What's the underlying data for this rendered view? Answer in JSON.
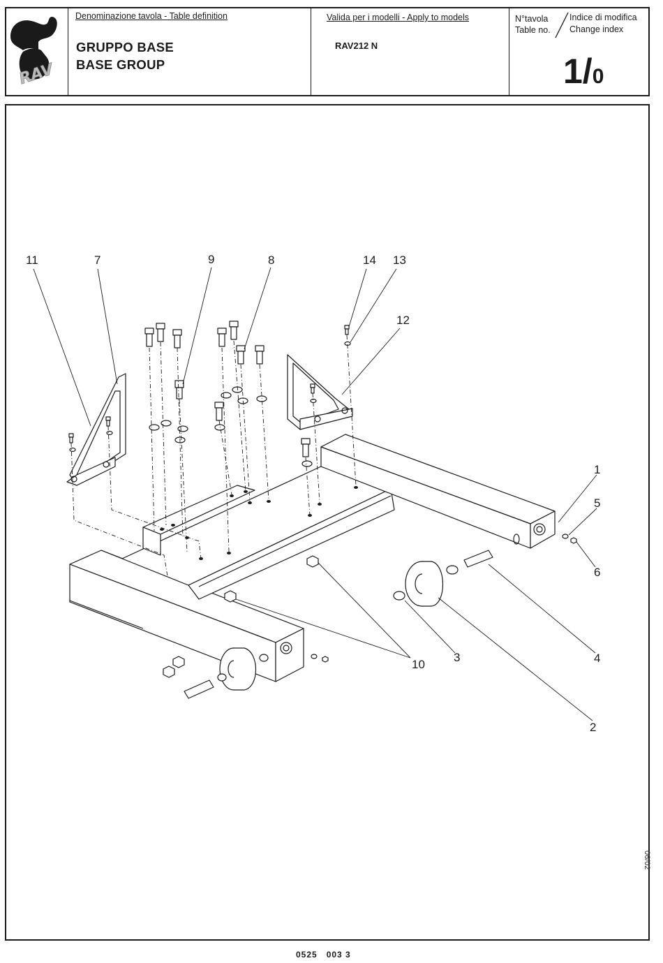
{
  "header": {
    "logo_text": "RAV",
    "table_definition_label": "Denominazione tavola - Table definition",
    "title_it": "GRUPPO BASE",
    "title_en": "BASE GROUP",
    "models_label": "Valida per i modelli - Apply to models",
    "model": "RAV212 N",
    "table_no_label_it": "N°tavola",
    "table_no_label_en": "Table no.",
    "change_index_label_it": "Indice di modifica",
    "change_index_label_en": "Change index",
    "table_no": "1/",
    "change_index": "0"
  },
  "callouts": [
    "11",
    "7",
    "9",
    "8",
    "14",
    "13",
    "12",
    "1",
    "5",
    "6",
    "4",
    "3",
    "10",
    "2"
  ],
  "footer": {
    "code": "0525   003 3",
    "date": "06/02"
  }
}
